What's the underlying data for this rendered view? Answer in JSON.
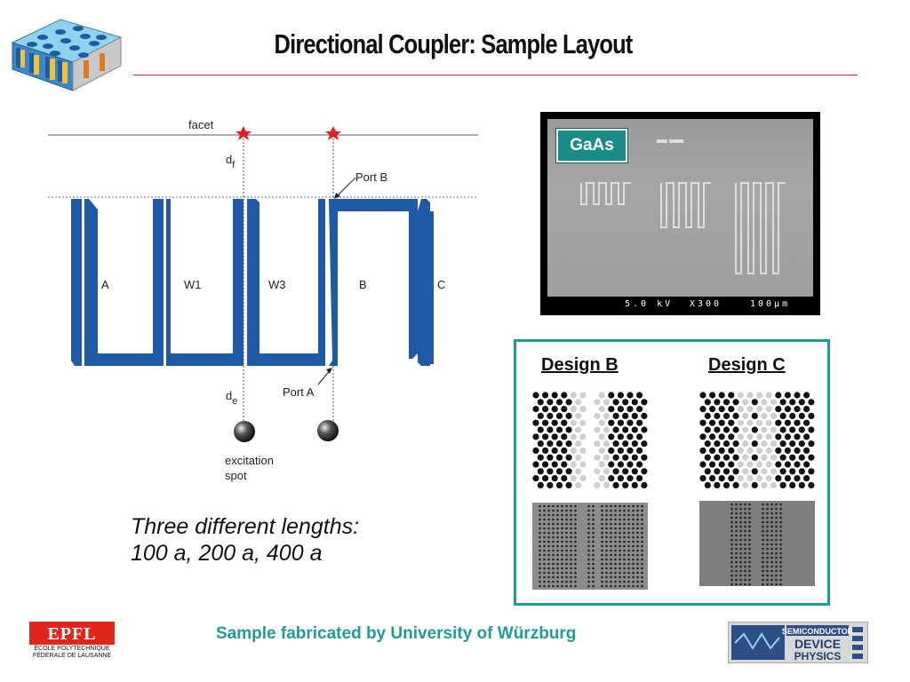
{
  "slide": {
    "title": "Directional Coupler: Sample Layout",
    "accent_color": "#1f9c96",
    "rule_color": "#c0392b"
  },
  "diagram": {
    "facet_label": "facet",
    "df_main": "d",
    "df_sub": "f",
    "port_b_label": "Port B",
    "port_a_label": "Port A",
    "de_main": "d",
    "de_sub": "e",
    "excitation_line1": "excitation",
    "excitation_line2": "spot",
    "channel_labels": [
      "A",
      "W1",
      "W3",
      "B",
      "C"
    ],
    "waveguide_color": "#1f5aa6",
    "star_color": "#e02020"
  },
  "sem_image": {
    "material_label": "GaAs",
    "voltage": "5.0 kV",
    "magnification": "X300",
    "scale": "100µm"
  },
  "designs": {
    "design_b_label": "Design B",
    "design_c_label": "Design C"
  },
  "lengths_text": {
    "line1": "Three different lengths:",
    "line2": "100 a, 200 a, 400 a"
  },
  "footer": {
    "fabrication_note": "Sample fabricated by University of Würzburg"
  },
  "logos": {
    "epfl_mark": "EPFL",
    "epfl_line1": "ÉCOLE POLYTECHNIQUE",
    "epfl_line2": "FÉDÉRALE DE LAUSANNE",
    "sdp_line1": "SEMICONDUCTOR",
    "sdp_line2": "DEVICE",
    "sdp_line3": "PHYSICS"
  }
}
